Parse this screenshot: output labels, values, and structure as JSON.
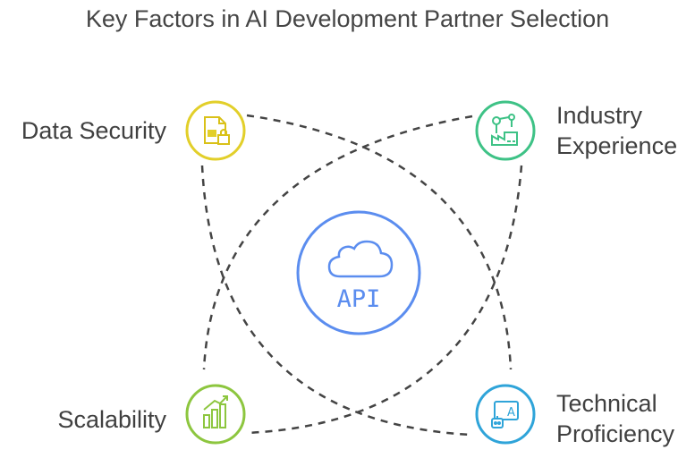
{
  "title": "Key Factors in AI Development Partner Selection",
  "center": {
    "text": "API",
    "icon": "cloud-icon",
    "color": "#5b8def"
  },
  "factors": [
    {
      "id": "data-security",
      "label_lines": [
        "Data Security"
      ],
      "icon": "document-lock-icon",
      "color": "#e2cf2a"
    },
    {
      "id": "industry-experience",
      "label_lines": [
        "Industry",
        "Experience"
      ],
      "icon": "factory-robot-arm-icon",
      "color": "#3ec286"
    },
    {
      "id": "scalability",
      "label_lines": [
        "Scalability"
      ],
      "icon": "growth-bar-chart-icon",
      "color": "#8dc63f"
    },
    {
      "id": "technical-proficiency",
      "label_lines": [
        "Technical",
        "Proficiency"
      ],
      "icon": "robot-screen-icon",
      "color": "#2fa4d9"
    }
  ],
  "connector_color": "#444444"
}
